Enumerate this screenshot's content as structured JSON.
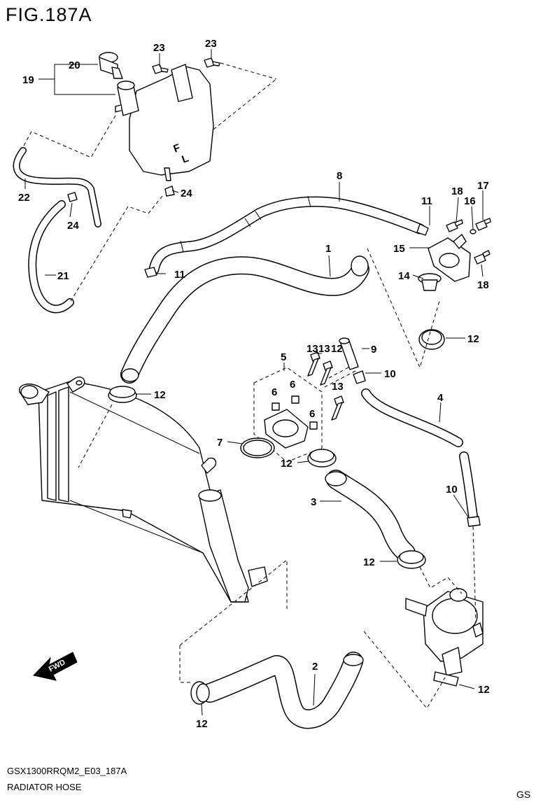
{
  "figure_title": "FIG.187A",
  "model_code": "GSX1300RRQM2_E03_187A",
  "caption": "RADIATOR HOSE",
  "corner_mark": "GS",
  "fwd_label": "FWD",
  "callouts": [
    "1",
    "2",
    "3",
    "4",
    "5",
    "6",
    "6",
    "6",
    "7",
    "8",
    "9",
    "10",
    "10",
    "11",
    "11",
    "12",
    "12",
    "12",
    "12",
    "12",
    "12",
    "12",
    "13",
    "13",
    "13",
    "14",
    "15",
    "16",
    "17",
    "18",
    "18",
    "19",
    "20",
    "21",
    "22",
    "23",
    "23",
    "24",
    "24"
  ]
}
